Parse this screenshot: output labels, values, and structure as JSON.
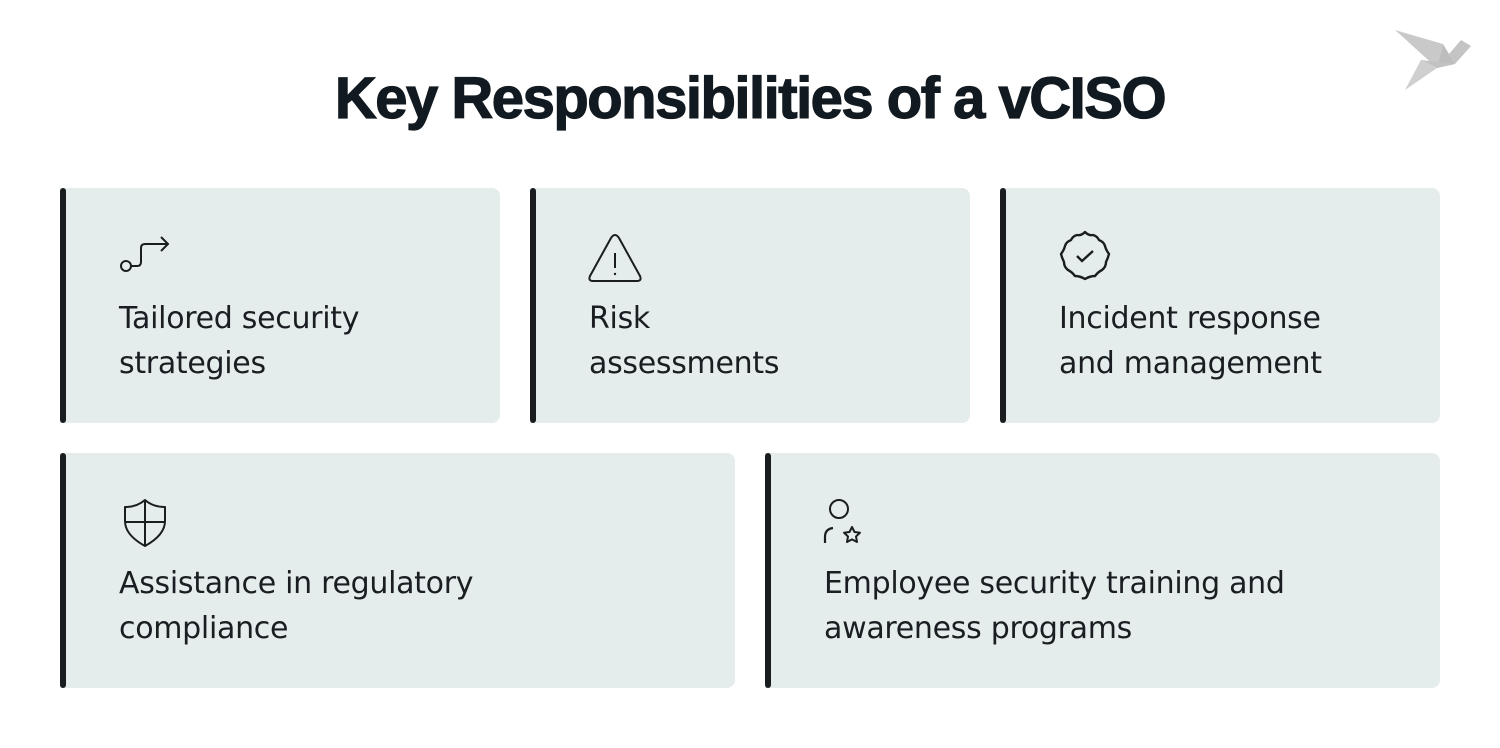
{
  "title": "Key Responsibilities of a vCISO",
  "logo": {
    "icon": "origami-bird-icon",
    "color": "#c8c8c8"
  },
  "colors": {
    "card_bg": "#e5edec",
    "accent_bar": "#1a1d1f",
    "text": "#1a1e22"
  },
  "cards": [
    {
      "icon": "route-arrow-icon",
      "line1": "Tailored security",
      "line2": "strategies"
    },
    {
      "icon": "warning-triangle-icon",
      "line1": "Risk",
      "line2": "assessments"
    },
    {
      "icon": "badge-check-icon",
      "line1": "Incident response",
      "line2": "and management"
    },
    {
      "icon": "shield-icon",
      "line1": "Assistance in regulatory",
      "line2": "compliance"
    },
    {
      "icon": "user-star-icon",
      "line1": "Employee security training and",
      "line2": "awareness programs"
    }
  ]
}
